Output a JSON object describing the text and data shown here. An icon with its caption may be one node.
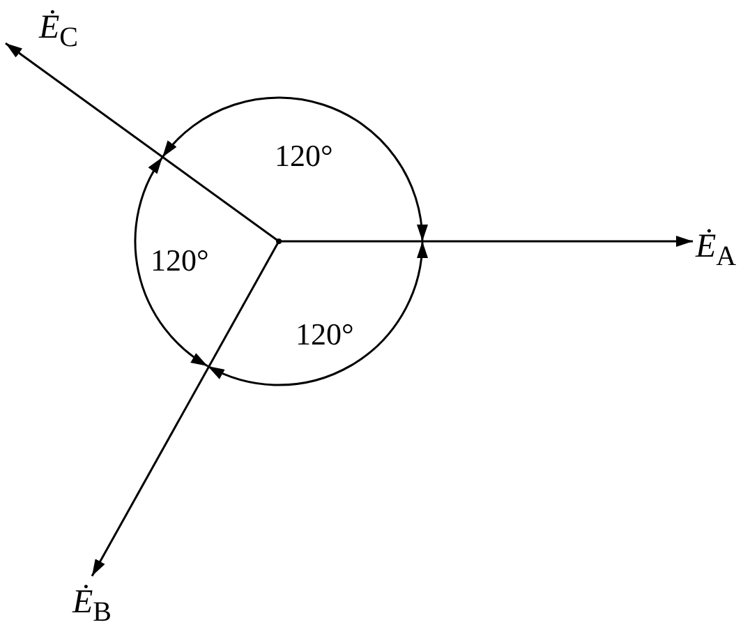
{
  "diagram": {
    "nodes": [
      {
        "text": [
          "*Ė*$_{C}$"
        ]
      },
      {
        "text": [
          "*Ė*$_{A}$"
        ]
      },
      {
        "text": [
          "*Ė*$_{B}$"
        ]
      },
      {
        "text": [],
        "shape": "point"
      }
    ],
    "edges": [
      {
        "from": 3,
        "to": 0,
        "arrow": "to"
      },
      {
        "from": 3,
        "to": 1,
        "arrow": "to"
      },
      {
        "from": 3,
        "to": 2,
        "arrow": "to"
      }
    ],
    "labels": [
      "120°",
      "120°",
      "120°"
    ]
  }
}
